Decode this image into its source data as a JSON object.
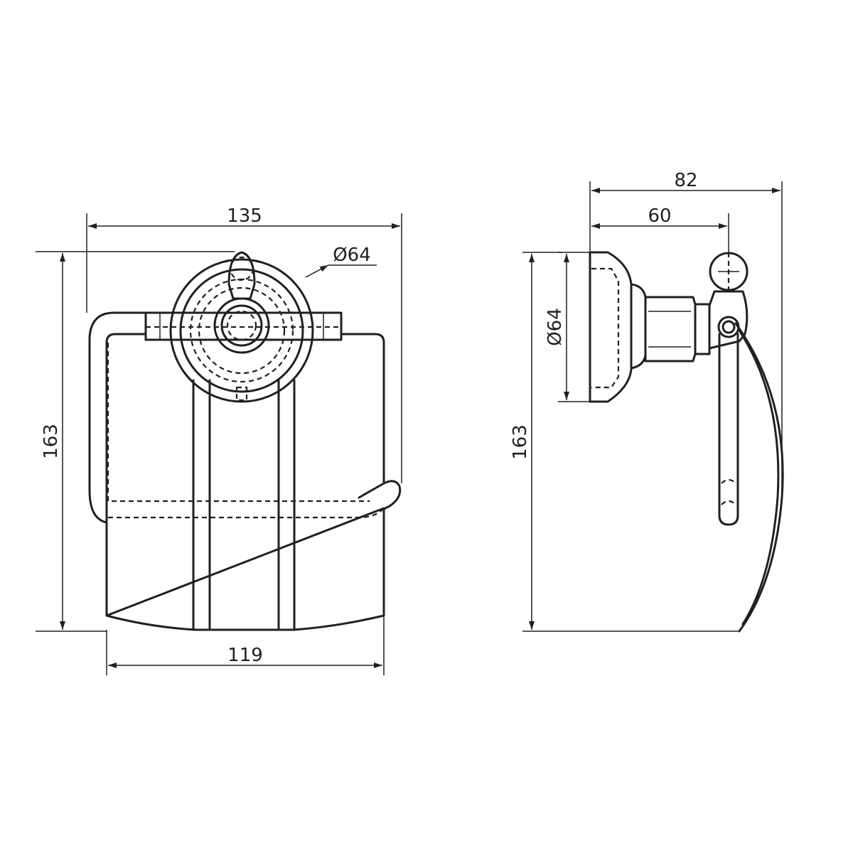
{
  "front_view": {
    "width_top": "135",
    "height": "163",
    "width_bottom": "119",
    "rosette_diameter": "Ø64"
  },
  "side_view": {
    "depth_total": "82",
    "depth_to_axis": "60",
    "rosette_diameter": "Ø64",
    "height": "163"
  },
  "colors": {
    "line": "#231f20",
    "background": "#ffffff"
  }
}
